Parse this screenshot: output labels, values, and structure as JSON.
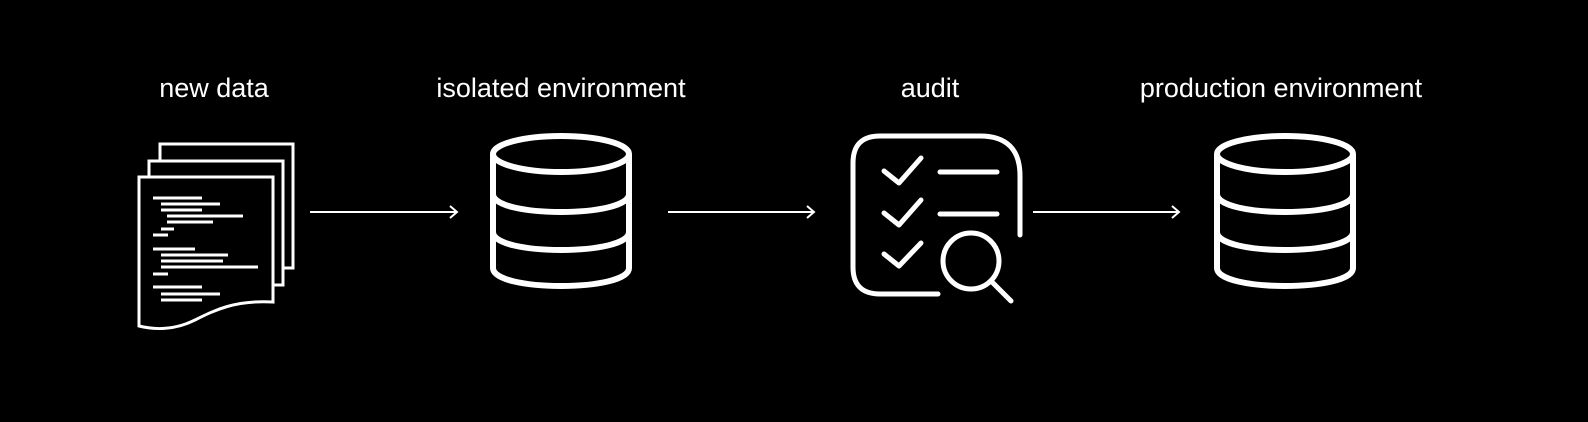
{
  "steps": [
    {
      "label": "new data",
      "icon": "documents-icon"
    },
    {
      "label": "isolated environment",
      "icon": "database-icon"
    },
    {
      "label": "audit",
      "icon": "checklist-search-icon"
    },
    {
      "label": "production environment",
      "icon": "database-icon"
    }
  ],
  "colors": {
    "background": "#000000",
    "foreground": "#ffffff"
  }
}
